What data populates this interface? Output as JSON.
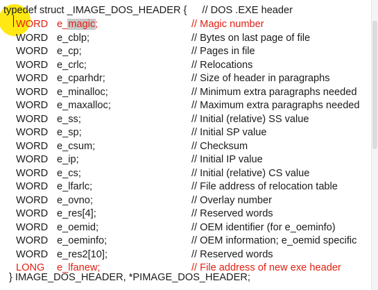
{
  "header": {
    "code": "typedef struct _IMAGE_DOS_HEADER {",
    "comment": "// DOS .EXE header"
  },
  "fields": [
    {
      "type": "WORD",
      "name_pre": "e_",
      "name_sel": "magic",
      "name_post": ";",
      "comment": "// Magic number",
      "highlight": true
    },
    {
      "type": "WORD",
      "name": "e_cblp;",
      "comment": "// Bytes on last page of file"
    },
    {
      "type": "WORD",
      "name": "e_cp;",
      "comment": "// Pages in file"
    },
    {
      "type": "WORD",
      "name": "e_crlc;",
      "comment": "// Relocations"
    },
    {
      "type": "WORD",
      "name": "e_cparhdr;",
      "comment": "// Size of header in paragraphs"
    },
    {
      "type": "WORD",
      "name": "e_minalloc;",
      "comment": "// Minimum extra paragraphs needed"
    },
    {
      "type": "WORD",
      "name": "e_maxalloc;",
      "comment": "// Maximum extra paragraphs needed"
    },
    {
      "type": "WORD",
      "name": "e_ss;",
      "comment": "// Initial (relative) SS value"
    },
    {
      "type": "WORD",
      "name": "e_sp;",
      "comment": "// Initial SP value"
    },
    {
      "type": "WORD",
      "name": "e_csum;",
      "comment": "// Checksum"
    },
    {
      "type": "WORD",
      "name": "e_ip;",
      "comment": "// Initial IP value"
    },
    {
      "type": "WORD",
      "name": "e_cs;",
      "comment": "// Initial (relative) CS value"
    },
    {
      "type": "WORD",
      "name": "e_lfarlc;",
      "comment": "// File address of relocation table"
    },
    {
      "type": "WORD",
      "name": "e_ovno;",
      "comment": "// Overlay number"
    },
    {
      "type": "WORD",
      "name": "e_res[4];",
      "comment": "// Reserved words"
    },
    {
      "type": "WORD",
      "name": "e_oemid;",
      "comment": "// OEM identifier (for e_oeminfo)"
    },
    {
      "type": "WORD",
      "name": "e_oeminfo;",
      "comment": "// OEM information; e_oemid specific"
    },
    {
      "type": "WORD",
      "name": "e_res2[10];",
      "comment": "// Reserved words"
    },
    {
      "type": "LONG",
      "name": "e_lfanew;",
      "comment": "// File address of new exe header",
      "highlight": true
    }
  ],
  "footer": {
    "code": "} IMAGE_DOS_HEADER, *PIMAGE_DOS_HEADER;"
  },
  "colors": {
    "highlight_text": "#e11f12",
    "default_text": "#1a1a1a",
    "cursor_highlight": "#ffe600",
    "selection": "#c9c9c9"
  }
}
